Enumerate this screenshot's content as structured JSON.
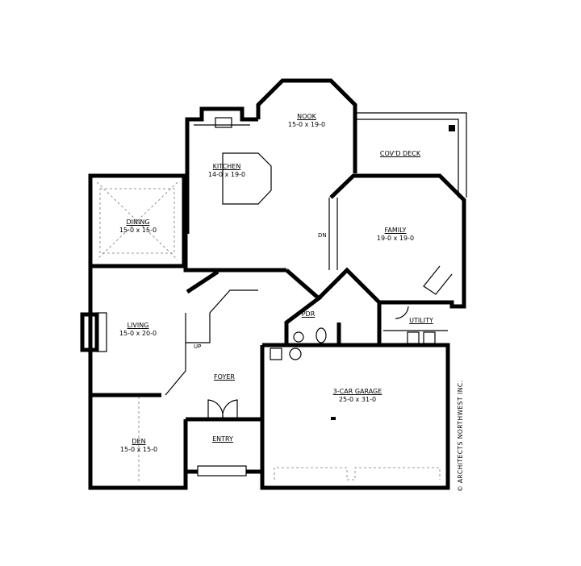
{
  "rooms": {
    "nook": {
      "name": "NOOK",
      "size": "15-0 x 19-0"
    },
    "deck": {
      "name": "COV'D DECK"
    },
    "kitchen": {
      "name": "KITCHEN",
      "size": "14-0 x 19-0"
    },
    "dining": {
      "name": "DINING",
      "size": "15-0 x 15-0"
    },
    "family": {
      "name": "FAMILY",
      "size": "19-0 x 19-0"
    },
    "living": {
      "name": "LIVING",
      "size": "15-0 x 20-0"
    },
    "pdr": {
      "name": "PDR"
    },
    "utility": {
      "name": "UTILITY"
    },
    "foyer": {
      "name": "FOYER"
    },
    "garage": {
      "name": "3-CAR GARAGE",
      "size": "25-0 x 31-0"
    },
    "entry": {
      "name": "ENTRY"
    },
    "den": {
      "name": "DEN",
      "size": "15-0 x 15-0"
    }
  },
  "stairs": {
    "down": "DN",
    "up": "UP"
  },
  "copyright": "© ARCHITECTS NORTHWEST INC."
}
